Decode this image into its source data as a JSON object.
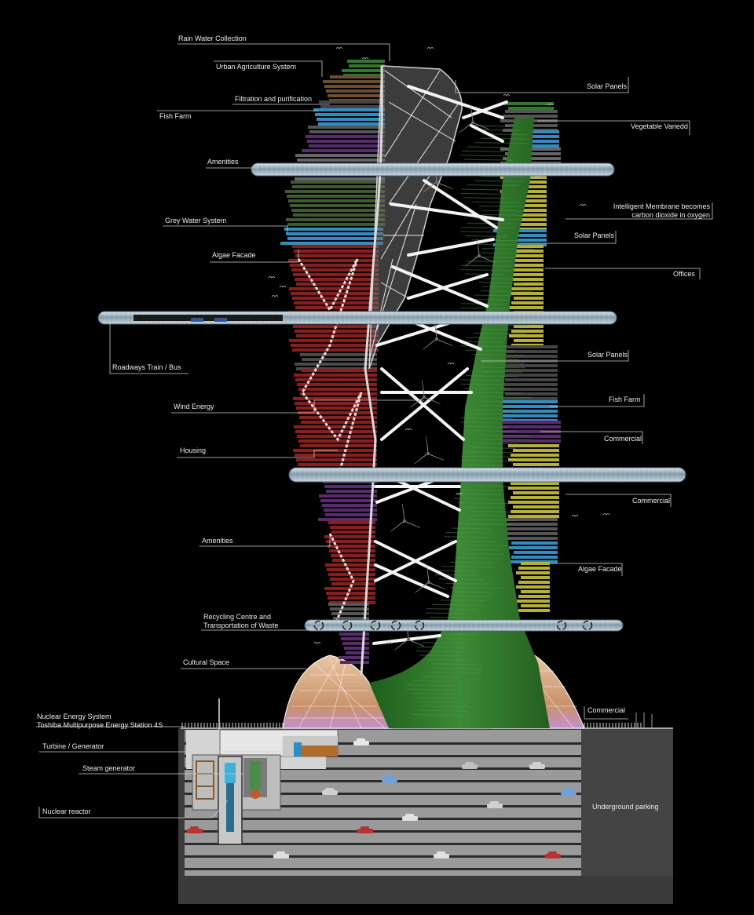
{
  "labels_left": [
    {
      "id": "rain-water-collection",
      "text": "Rain Water Collection"
    },
    {
      "id": "urban-agriculture-system",
      "text": "Urban Agriculture System"
    },
    {
      "id": "filtration-and-purification",
      "text": "Filtration and purification"
    },
    {
      "id": "fish-farm-left",
      "text": "Fish Farm"
    },
    {
      "id": "amenities-upper",
      "text": "Amenities"
    },
    {
      "id": "grey-water-system",
      "text": "Grey Water System"
    },
    {
      "id": "algae-facade-left",
      "text": "Algae Facade"
    },
    {
      "id": "roadways-train-bus",
      "text": "Roadways Train / Bus"
    },
    {
      "id": "wind-energy",
      "text": "Wind Energy"
    },
    {
      "id": "housing",
      "text": "Housing"
    },
    {
      "id": "amenities-lower",
      "text": "Amenities"
    },
    {
      "id": "recycling-centre",
      "text": "Recycling Centre and\nTransportation of Waste"
    },
    {
      "id": "cultural-space",
      "text": "Cultural Space"
    },
    {
      "id": "nuclear-energy-system",
      "text": "Nuclear Energy System\nToshiba Multipurpose Energy Station 4S"
    },
    {
      "id": "turbine-generator",
      "text": "Turbine / Generator"
    },
    {
      "id": "steam-generator",
      "text": "Steam generator"
    },
    {
      "id": "nuclear-reactor",
      "text": "Nuclear reactor"
    }
  ],
  "labels_right": [
    {
      "id": "solar-panels-top",
      "text": "Solar Panels"
    },
    {
      "id": "vegetable-varied",
      "text": "Vegetable Variedd"
    },
    {
      "id": "intelligent-membrane",
      "text": "Intelligent Membrane becomes\ncarbon dioxide in oxygen"
    },
    {
      "id": "solar-panels-mid",
      "text": "Solar Panels"
    },
    {
      "id": "offices",
      "text": "Offices"
    },
    {
      "id": "solar-panels-low",
      "text": "Solar Panels"
    },
    {
      "id": "fish-farm-right",
      "text": "Fish Farm"
    },
    {
      "id": "commercial-upper",
      "text": "Commercial"
    },
    {
      "id": "commercial-mid",
      "text": "Commercial"
    },
    {
      "id": "algae-facade-right",
      "text": "Algae Facade"
    },
    {
      "id": "commercial-ground",
      "text": "Commercial"
    },
    {
      "id": "underground-parking",
      "text": "Underground parking"
    }
  ],
  "colors": {
    "background": "#000000",
    "housing_red": "#8e1c1c",
    "amenities_purple": "#5a2a6e",
    "water_blue": "#2a8fc6",
    "offices_yellow": "#b8b226",
    "vegetation_green": "#2f7a2a",
    "structure_white": "#f0f0f0",
    "underground_grey": "#3a3a3a"
  }
}
